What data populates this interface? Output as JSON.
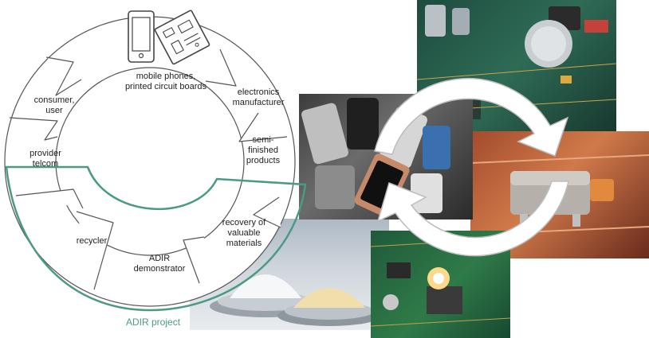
{
  "cycle": {
    "segments": [
      {
        "id": "top",
        "label": "mobile phones,\nprinted circuit boards"
      },
      {
        "id": "manufacturer",
        "label": "electronics\nmanufacturer"
      },
      {
        "id": "semi",
        "label": "semi-\nfinished\nproducts"
      },
      {
        "id": "recovery",
        "label": "recovery of\nvaluable\nmaterials"
      },
      {
        "id": "demonstrator",
        "label": "ADIR\ndemonstrator"
      },
      {
        "id": "recycler",
        "label": "recycler"
      },
      {
        "id": "provider",
        "label": "provider\ntelcom"
      },
      {
        "id": "consumer",
        "label": "consumer,\nuser"
      }
    ],
    "project_label": "ADIR project"
  },
  "colors": {
    "project_accent": "#4a9a86",
    "outline": "#555555",
    "arrow_fill": "#ffffff"
  },
  "photos": [
    {
      "id": "circuit-board-capacitors",
      "subject": "circuit board with capacitors"
    },
    {
      "id": "discarded-phones",
      "subject": "pile of discarded mobile phones"
    },
    {
      "id": "electronic-component",
      "subject": "component on circuit board"
    },
    {
      "id": "laser-on-board",
      "subject": "laser desoldering on circuit board"
    },
    {
      "id": "recovered-powders",
      "subject": "recovered material powders in dishes"
    }
  ],
  "icons": [
    "mobile-phone-icon",
    "circuit-board-icon",
    "cycle-arrows-icon"
  ]
}
